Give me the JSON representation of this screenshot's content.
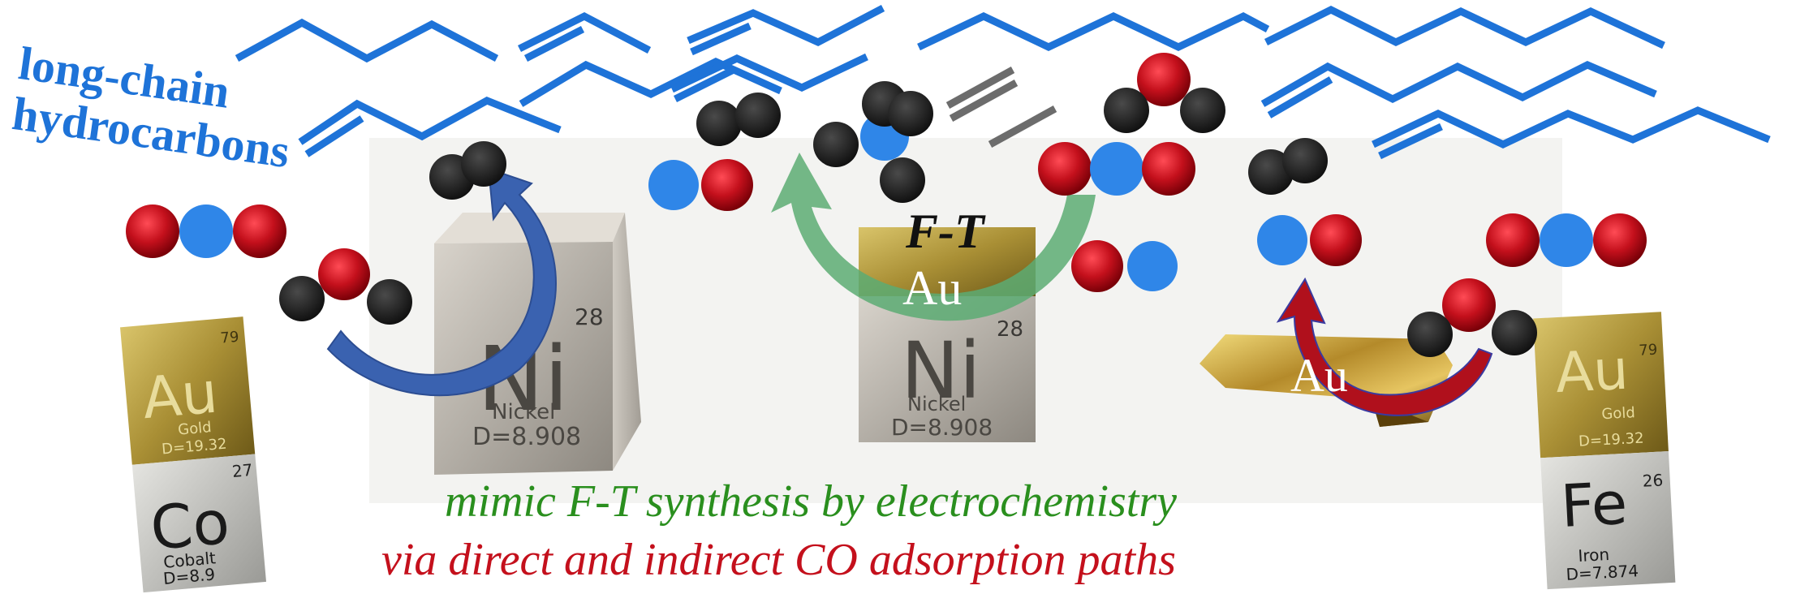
{
  "title": {
    "line1": "long-chain",
    "line2": "hydrocarbons"
  },
  "center_label": "F-T",
  "au_labels": [
    "Au",
    "Au"
  ],
  "cubes": [
    {
      "symbol": "Ni",
      "number": "28",
      "name": "Nickel",
      "density": "D=8.908"
    },
    {
      "symbol": "Ni",
      "number": "28",
      "name": "Nickel",
      "density": "D=8.908"
    }
  ],
  "tiles": [
    {
      "symbol": "Au",
      "number": "79",
      "name": "Gold",
      "density": "D=19.32"
    },
    {
      "symbol": "Co",
      "number": "27",
      "name": "Cobalt",
      "density": "D=8.9"
    },
    {
      "symbol": "Au",
      "number": "79",
      "name": "Gold",
      "density": "D=19.32"
    },
    {
      "symbol": "Fe",
      "number": "26",
      "name": "Iron",
      "density": "D=7.874"
    }
  ],
  "caption": {
    "line1": "mimic F-T synthesis by electrochemistry",
    "line2": "via direct and indirect CO adsorption paths"
  },
  "colors": {
    "hydrocarbon": "#1e73d8",
    "carbon_black": "#1a1a1a",
    "oxygen_red": "#c0101c",
    "nitrogen_blue": "#2f86e8",
    "caption_green": "#2a8f1e",
    "caption_red": "#c4101c",
    "arrow_blue": "#3a62b0",
    "arrow_green": "#5cab73",
    "arrow_red": "#b0101c"
  }
}
